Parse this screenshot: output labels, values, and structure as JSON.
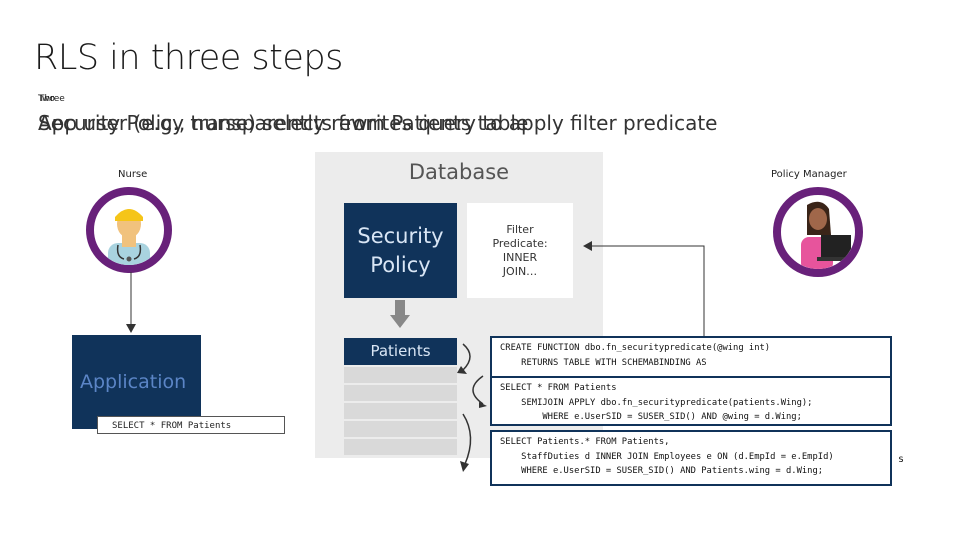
{
  "slide": {
    "title": "RLS in three steps",
    "step_labels": [
      "Two",
      "Three"
    ],
    "step_texts": [
      "Security Policy transparently rewrites query to apply filter predicate",
      "App user (e.g., nurse) selects from Patients table"
    ]
  },
  "personas": {
    "nurse": "Nurse",
    "policy_manager": "Policy Manager"
  },
  "database": {
    "title": "Database",
    "security_policy": "Security Policy",
    "filter_predicate": [
      "Filter",
      "Predicate:",
      "INNER",
      "JOIN…"
    ],
    "patients": "Patients"
  },
  "application": {
    "label": "Application",
    "query": "SELECT * FROM Patients"
  },
  "code": {
    "function_lines": [
      "CREATE FUNCTION dbo.fn_securitypredicate(@wing int)",
      "    RETURNS TABLE WITH SCHEMABINDING AS"
    ],
    "semijoin_lines": [
      "SELECT * FROM Patients",
      "    SEMIJOIN APPLY dbo.fn_securitypredicate(patients.Wing);",
      "        WHERE e.UserSID = SUSER_SID() AND @wing = d.Wing;"
    ],
    "rewritten_lines": [
      "SELECT Patients.* FROM Patients,",
      "    StaffDuties d INNER JOIN Employees e ON (d.EmpId = e.EmpId)",
      "    WHERE e.UserSID = SUSER_SID() AND Patients.wing = d.Wing;"
    ],
    "overflow_fragment": "s"
  },
  "colors": {
    "navy": "#10335a",
    "purple": "#68217a",
    "panel_gray": "#ececec"
  }
}
